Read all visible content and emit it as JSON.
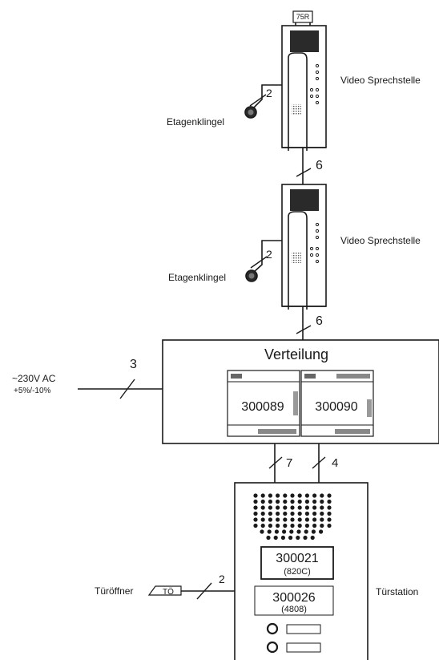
{
  "upper_station": {
    "resistor_label": "75R",
    "label": "Video Sprechstelle",
    "bell_label": "Etagenklingel",
    "bell_wire_count": "2"
  },
  "link_upper_lower": {
    "wire_count": "6"
  },
  "lower_station": {
    "label": "Video Sprechstelle",
    "bell_label": "Etagenklingel",
    "bell_wire_count": "2"
  },
  "link_lower_distribution": {
    "wire_count": "6"
  },
  "distribution": {
    "title": "Verteilung",
    "module_left": "300089",
    "module_right": "300090"
  },
  "mains": {
    "wire_count": "3",
    "voltage": "~230V AC",
    "tolerance": "+5%/-10%"
  },
  "link_distribution_door": {
    "left_wire_count": "7",
    "right_wire_count": "4"
  },
  "door_station": {
    "label": "Türstation",
    "module_main": "300021",
    "module_main_sub": "(820C)",
    "module_second": "300026",
    "module_second_sub": "(4808)"
  },
  "door_opener": {
    "label": "Türöffner",
    "symbol_text": "TÖ",
    "wire_count": "2"
  }
}
